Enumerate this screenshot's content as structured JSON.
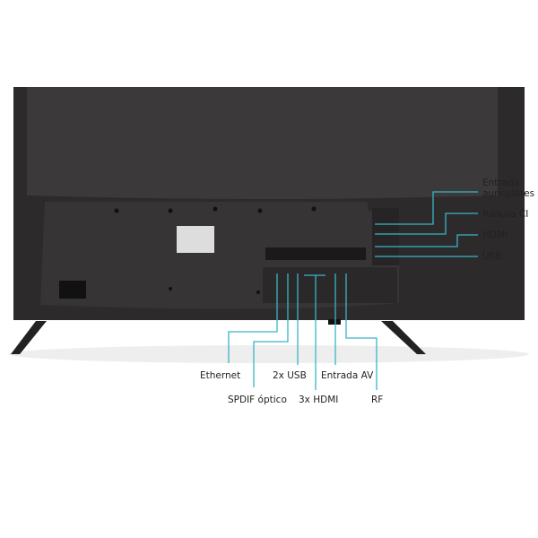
{
  "accent_color": "#3ab5c6",
  "labels": {
    "headphones": "Entrada auriculares",
    "headphones_line1": "Entrada",
    "headphones_line2": "auriculares",
    "ci_slot": "Ranura CI",
    "hdmi_side": "HDMI",
    "usb_side": "USB",
    "ethernet": "Ethernet",
    "spdif": "SPDIF óptico",
    "usb_bottom": "2x USB",
    "hdmi_bottom": "3x HDMI",
    "av_in": "Entrada AV",
    "rf": "RF"
  }
}
